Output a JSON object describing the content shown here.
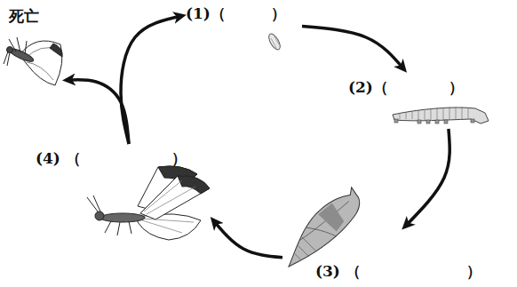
{
  "diagram": {
    "nodes": [
      {
        "text": [
          "(1)（　　　）"
        ]
      },
      {
        "text": [
          "(2)（　　　　）"
        ]
      },
      {
        "text": [
          "(3) （　　　　　　　）"
        ]
      },
      {
        "text": [
          "(4) （　　　　　　）"
        ]
      },
      {
        "text": [
          "死亡"
        ]
      }
    ],
    "edges": [
      {
        "from": 0,
        "to": 1,
        "arrow": "to"
      },
      {
        "from": 1,
        "to": 2,
        "arrow": "to"
      },
      {
        "from": 2,
        "to": 3,
        "arrow": "to"
      },
      {
        "from": 3,
        "to": 0,
        "arrow": "to"
      },
      {
        "from": 3,
        "to": 4,
        "arrow": "to"
      }
    ]
  }
}
